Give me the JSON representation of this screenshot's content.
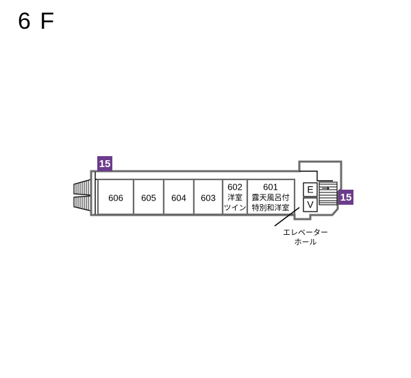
{
  "page": {
    "floor_title": "6 F",
    "background_color": "#ffffff"
  },
  "colors": {
    "badge_purple": "#6B3C8C",
    "wall_gray": "#6b6b6b",
    "line_black": "#000000"
  },
  "badges": [
    {
      "id": "badge-top-left",
      "label": "15"
    },
    {
      "id": "badge-right",
      "label": "15"
    }
  ],
  "rooms": [
    {
      "id": "room-606",
      "number": "606",
      "type_line1": "",
      "type_line2": ""
    },
    {
      "id": "room-605",
      "number": "605",
      "type_line1": "",
      "type_line2": ""
    },
    {
      "id": "room-604",
      "number": "604",
      "type_line1": "",
      "type_line2": ""
    },
    {
      "id": "room-603",
      "number": "603",
      "type_line1": "",
      "type_line2": ""
    },
    {
      "id": "room-602",
      "number": "602",
      "type_line1": "洋室",
      "type_line2": "ツイン"
    },
    {
      "id": "room-601",
      "number": "601",
      "type_line1": "露天風呂付",
      "type_line2": "特別和洋室"
    }
  ],
  "elevator": {
    "letter_top": "E",
    "letter_bottom": "V",
    "callout_line1": "エレベーター",
    "callout_line2": "ホール"
  }
}
